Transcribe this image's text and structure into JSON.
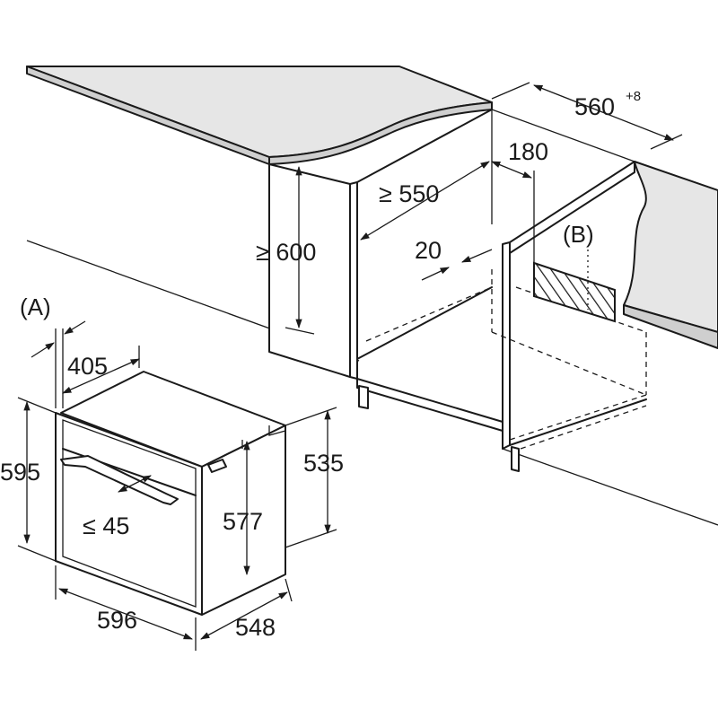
{
  "diagram": {
    "labels": {
      "width_min": "560",
      "width_tolerance": "+8",
      "gap_180": "180",
      "depth_min": "≥ 550",
      "height_min": "≥ 600",
      "gap_20": "20",
      "label_b": "(B)",
      "label_a": "(A)",
      "dim_405": "405",
      "dim_595": "595",
      "dim_535": "535",
      "dim_577": "577",
      "dim_45": "≤ 45",
      "dim_596": "596",
      "dim_548": "548"
    }
  }
}
